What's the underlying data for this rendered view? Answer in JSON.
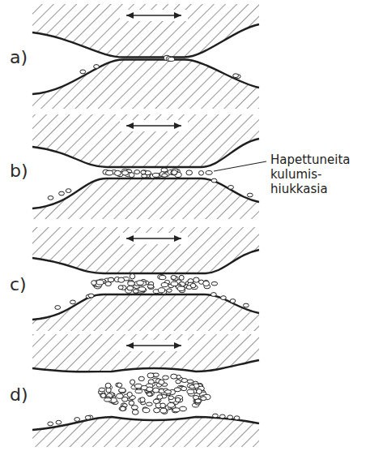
{
  "diagram": {
    "labels": [
      "a)",
      "b)",
      "c)",
      "d)",
      "Hapettuneita kulumis- hiukkasia"
    ]
  }
}
